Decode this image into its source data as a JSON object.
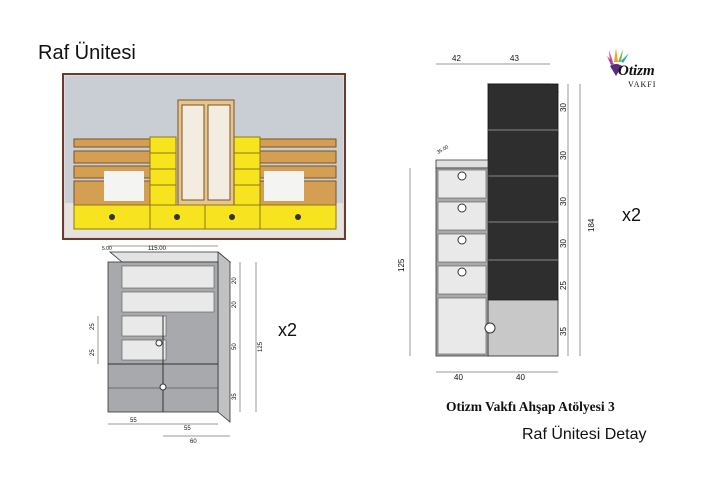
{
  "title": "Raf Ünitesi",
  "logo": {
    "name": "Otizm",
    "sub": "VAKFI"
  },
  "footer": {
    "workshop": "Otizm Vakfı Ahşap Atölyesi 3",
    "subtitle": "Raf Ünitesi Detay"
  },
  "left_drawing": {
    "multiplier": "x2",
    "dims": {
      "top_width": "115.00",
      "thickness": "5.00",
      "right_heights": [
        "20",
        "20",
        "50",
        "125",
        "35"
      ],
      "left_heights": [
        "25",
        "25"
      ],
      "bottom_widths": [
        "55",
        "55",
        "60"
      ]
    }
  },
  "right_drawing": {
    "multiplier": "x2",
    "dims": {
      "top_widths": [
        "42",
        "43"
      ],
      "small_depth": "35.00",
      "left_height": "125",
      "right_heights": [
        "30",
        "30",
        "30",
        "30",
        "25",
        "35"
      ],
      "total_height": "184",
      "bottom_widths": [
        "40",
        "40"
      ]
    }
  },
  "colors": {
    "yellow": "#f7e41e",
    "wood": "#d49f52",
    "panel_gray": "#a7a9ac",
    "dark_unit": "#2e2e2e",
    "frame": "#6d3a2a"
  }
}
